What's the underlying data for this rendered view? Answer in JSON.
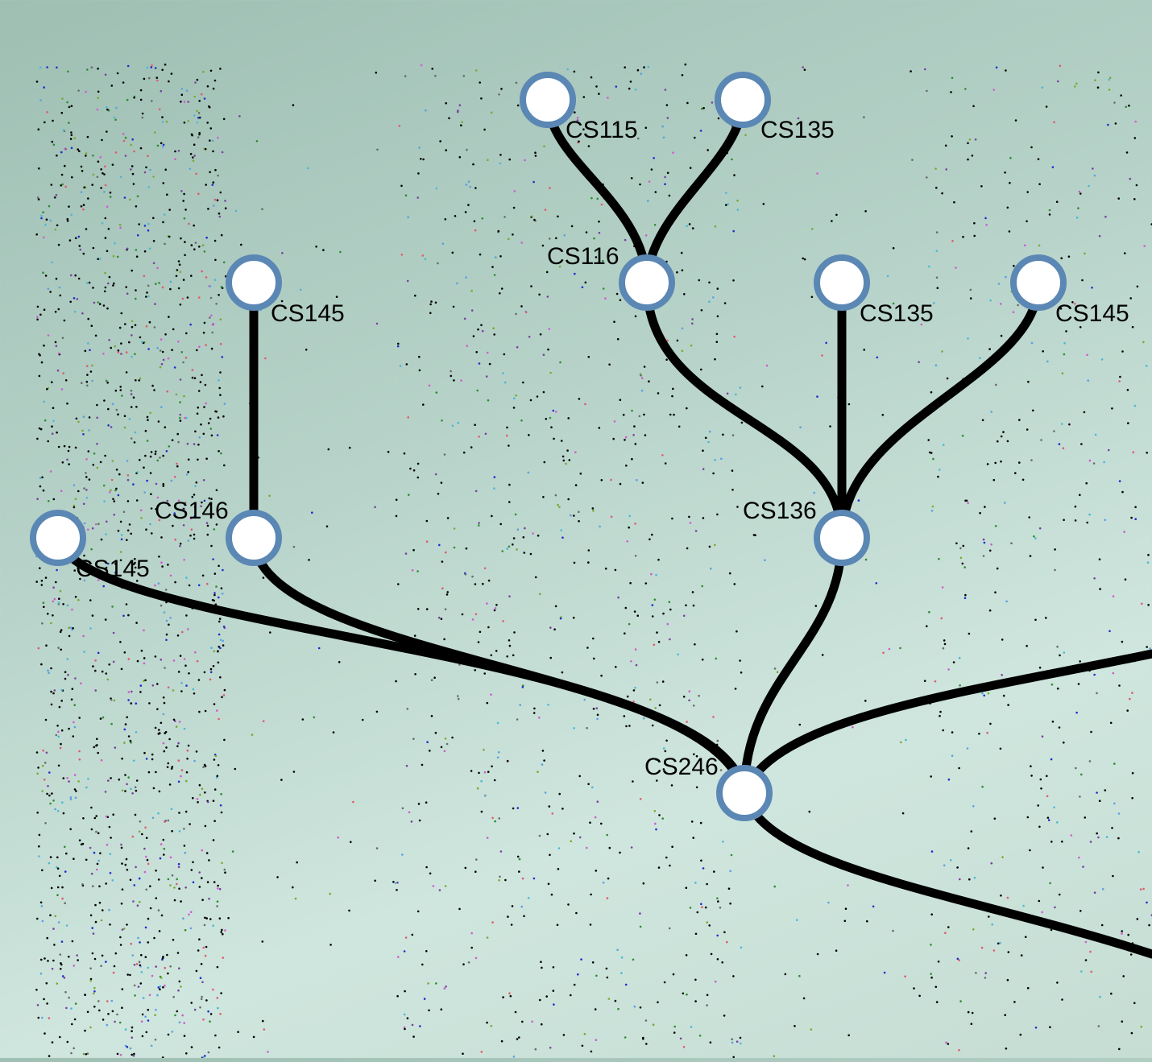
{
  "graph": {
    "edge_color": "#000000",
    "node_fill": "#ffffff",
    "node_stroke": "#5b87b4",
    "dot_colors": [
      "#000000",
      "#7b3fa0",
      "#2e8b2e",
      "#1a2ecc",
      "#e05a6a",
      "#49b8d6",
      "#d05ad0",
      "#6a6a6a",
      "#5aa0e0",
      "#7aa832"
    ],
    "nodes": [
      {
        "id": "n_cs115",
        "label": "CS115"
      },
      {
        "id": "n_cs135a",
        "label": "CS135"
      },
      {
        "id": "n_cs116",
        "label": "CS116"
      },
      {
        "id": "n_cs145a",
        "label": "CS145"
      },
      {
        "id": "n_cs135b",
        "label": "CS135"
      },
      {
        "id": "n_cs145b",
        "label": "CS145"
      },
      {
        "id": "n_cs145c",
        "label": "CS145"
      },
      {
        "id": "n_cs146",
        "label": "CS146"
      },
      {
        "id": "n_cs136",
        "label": "CS136"
      },
      {
        "id": "n_cs246",
        "label": "CS246"
      }
    ],
    "edges": [
      {
        "from": "n_cs115",
        "to": "n_cs116"
      },
      {
        "from": "n_cs135a",
        "to": "n_cs116"
      },
      {
        "from": "n_cs116",
        "to": "n_cs136"
      },
      {
        "from": "n_cs135b",
        "to": "n_cs136"
      },
      {
        "from": "n_cs145b",
        "to": "n_cs136"
      },
      {
        "from": "n_cs145a",
        "to": "n_cs146"
      },
      {
        "from": "n_cs146",
        "to": "n_cs246"
      },
      {
        "from": "n_cs145c",
        "to": "n_cs246"
      },
      {
        "from": "n_cs136",
        "to": "n_cs246"
      },
      {
        "from": "n_cs246",
        "to": "offscreen_right_upper"
      },
      {
        "from": "n_cs246",
        "to": "offscreen_right_lower"
      }
    ]
  }
}
